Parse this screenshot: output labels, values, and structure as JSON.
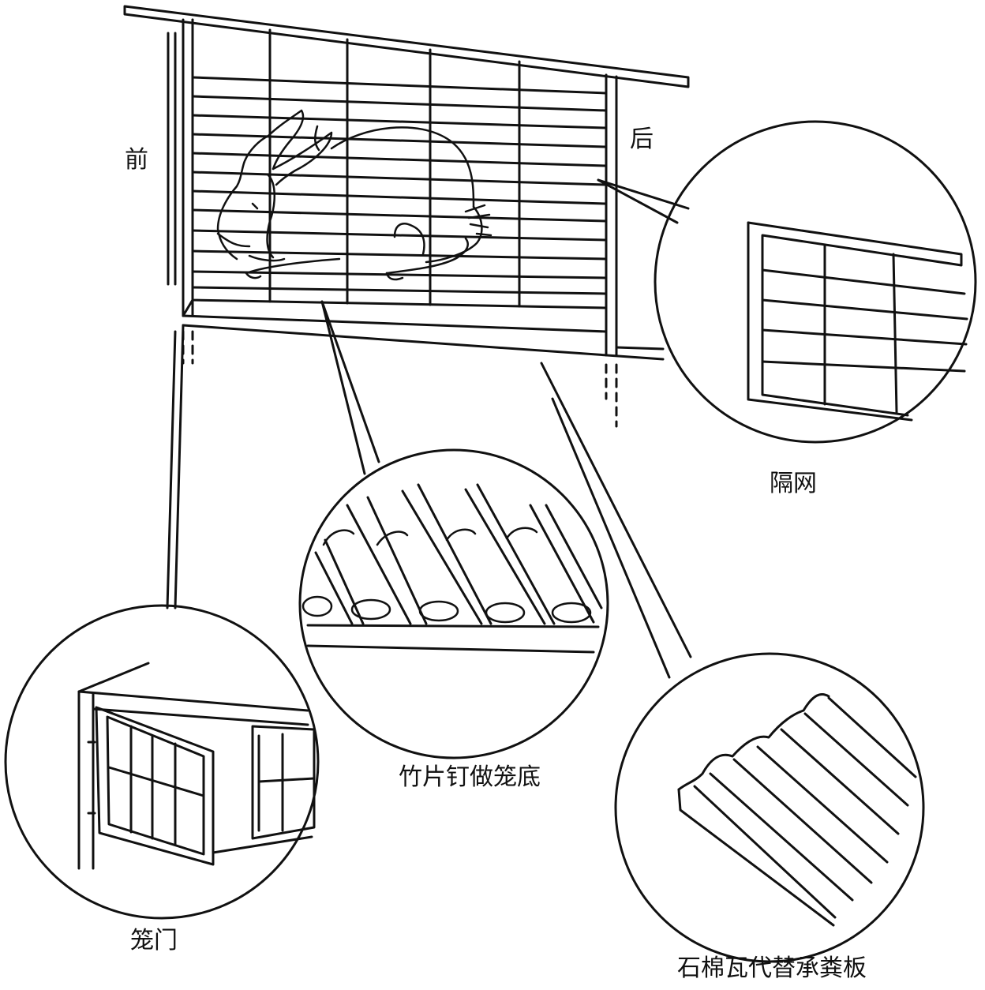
{
  "labels": {
    "front": "前",
    "back": "后",
    "partition_mesh": "隔网",
    "bamboo_floor": "竹片钉做笼底",
    "cage_door": "笼门",
    "droppings_tray": "石棉瓦代替承粪板"
  },
  "colors": {
    "ink": "#111111",
    "background": "#ffffff"
  }
}
